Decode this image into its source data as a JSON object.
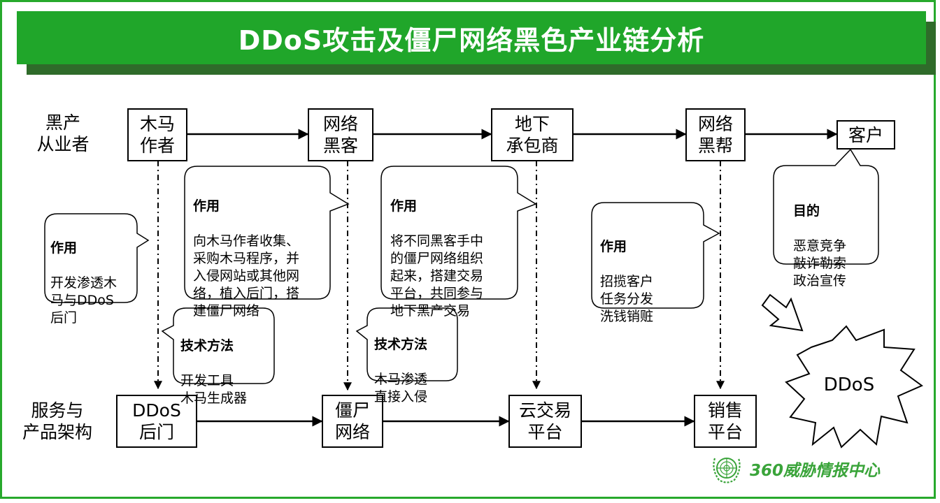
{
  "title": "DDoS攻击及僵尸网络黑色产业链分析",
  "rows": {
    "top_label": "黑产\n从业者",
    "bottom_label": "服务与\n产品架构"
  },
  "top_nodes": [
    {
      "id": "trojan-author",
      "label": "木马\n作者"
    },
    {
      "id": "hacker",
      "label": "网络\n黑客"
    },
    {
      "id": "contractor",
      "label": "地下\n承包商"
    },
    {
      "id": "gang",
      "label": "网络\n黑帮"
    },
    {
      "id": "client",
      "label": "客户"
    }
  ],
  "bottom_nodes": [
    {
      "id": "ddos-backdoor",
      "label": "DDoS\n后门"
    },
    {
      "id": "botnet",
      "label": "僵尸\n网络"
    },
    {
      "id": "cloud-platform",
      "label": "云交易\n平台"
    },
    {
      "id": "sales-platform",
      "label": "销售\n平台"
    }
  ],
  "callouts": {
    "author_role": {
      "heading": "作用",
      "body": "开发渗透木\n马与DDoS\n后门"
    },
    "hacker_role": {
      "heading": "作用",
      "body": "向木马作者收集、\n采购木马程序，并\n入侵网站或其他网\n络，植入后门，搭\n建僵尸网络"
    },
    "contractor_role": {
      "heading": "作用",
      "body": "将不同黑客手中\n的僵尸网络组织\n起来，搭建交易\n平台，共同参与\n地下黑产交易"
    },
    "gang_role": {
      "heading": "作用",
      "body": "招揽客户\n任务分发\n洗钱销赃"
    },
    "client_goal": {
      "heading": "目的",
      "body": "恶意竞争\n敲诈勒索\n政治宣传"
    },
    "author_tech": {
      "heading": "技术方法",
      "body": "开发工具\n木马生成器"
    },
    "hacker_tech": {
      "heading": "技术方法",
      "body": "木马渗透\n直接入侵"
    }
  },
  "burst_label": "DDoS",
  "logo": {
    "text": "360威胁情报中心",
    "icon": "un-globe-emblem-icon"
  },
  "colors": {
    "brand_green": "#20a62a",
    "shadow_green": "#2f6b2a",
    "logo_green": "#3aa43a"
  }
}
